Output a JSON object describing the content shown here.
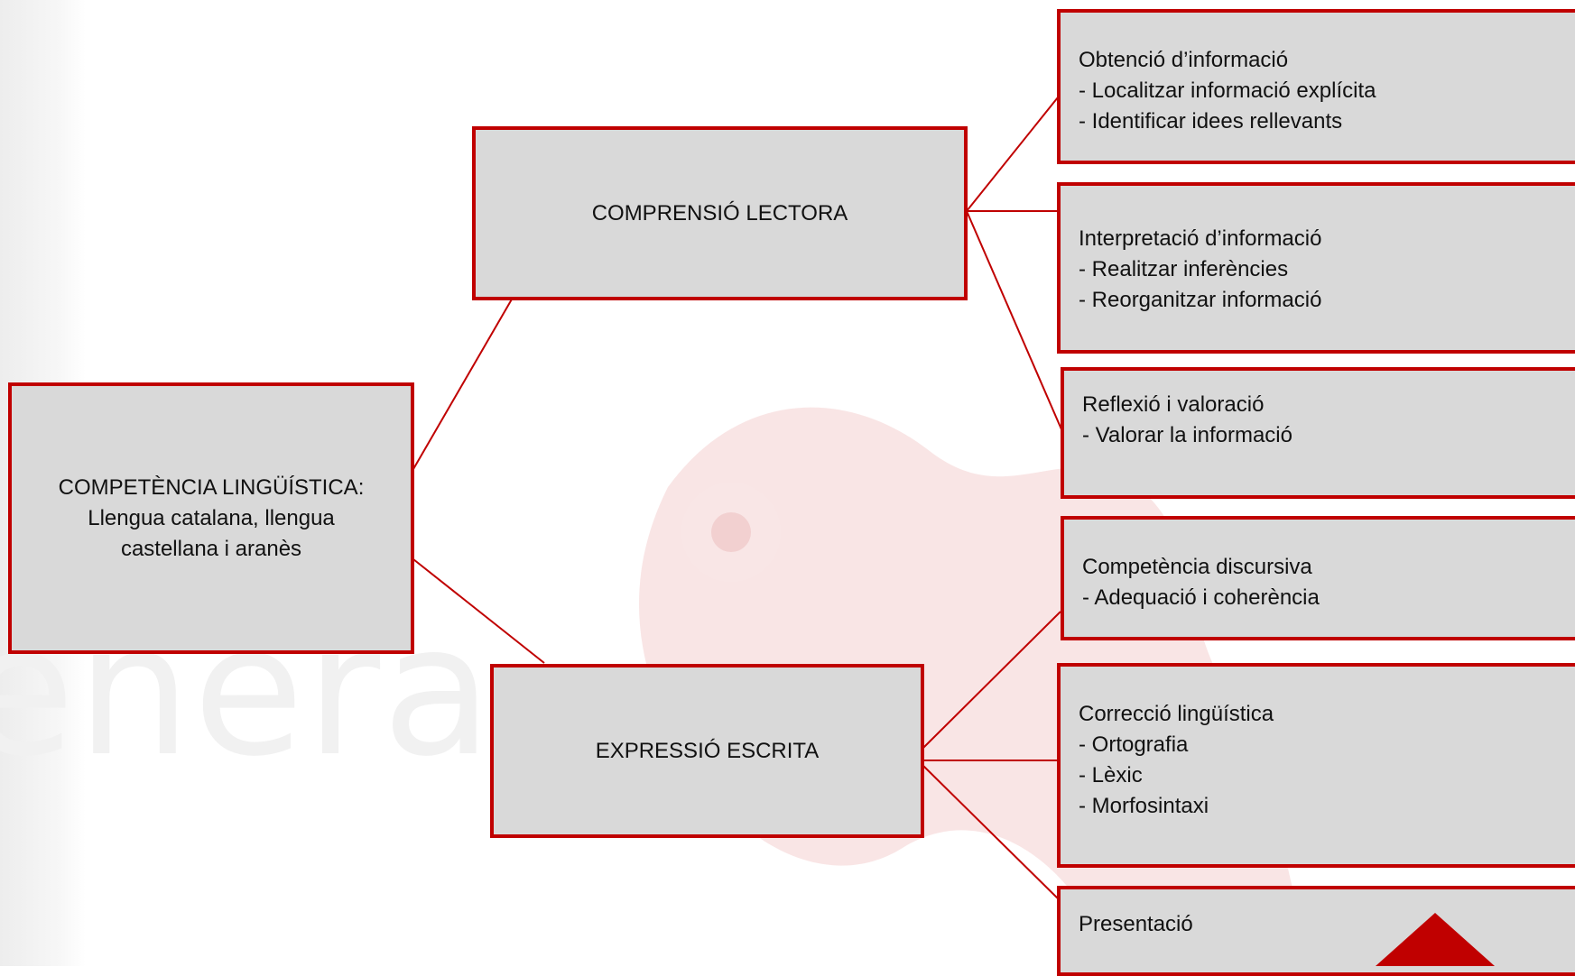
{
  "colors": {
    "border": "#c00000",
    "box_fill": "#d9d9d9",
    "connector": "#c00000"
  },
  "root": {
    "lines": [
      "COMPETÈNCIA LINGÜÍSTICA:",
      "Llengua catalana, llengua",
      "castellana i aranès"
    ]
  },
  "branches": [
    {
      "label": "COMPRENSIÓ LECTORA",
      "children": [
        {
          "title": "Obtenció d’informació",
          "items": [
            "- Localitzar informació explícita",
            "- Identificar idees rellevants"
          ]
        },
        {
          "title": "Interpretació d’informació",
          "items": [
            "- Realitzar inferències",
            "- Reorganitzar informació"
          ]
        },
        {
          "title": "Reflexió i valoració",
          "items": [
            "- Valorar la informació"
          ]
        }
      ]
    },
    {
      "label": "EXPRESSIÓ ESCRITA",
      "children": [
        {
          "title": "Competència discursiva",
          "items": [
            "- Adequació i coherència"
          ]
        },
        {
          "title": "Correcció lingüística",
          "items": [
            "- Ortografia",
            "- Lèxic",
            "- Morfosintaxi"
          ]
        },
        {
          "title": "Presentació",
          "items": []
        }
      ]
    }
  ]
}
